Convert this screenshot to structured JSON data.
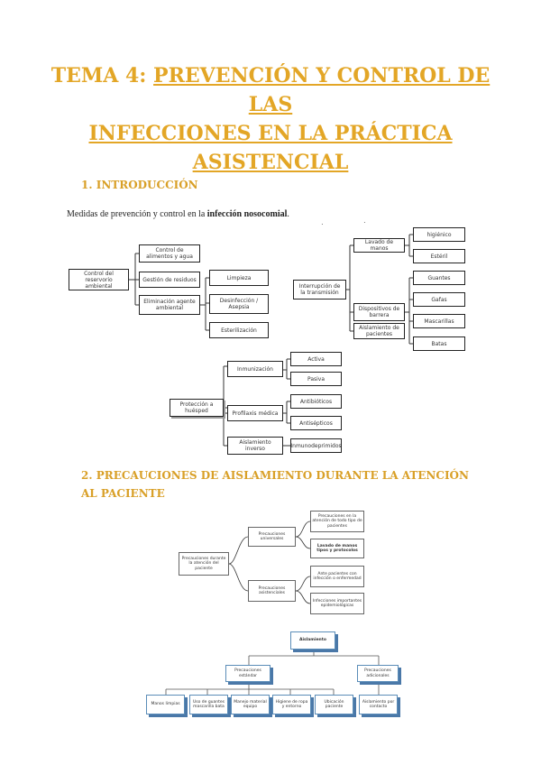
{
  "title": {
    "prefix": "TEMA 4: ",
    "line1": "PREVENCIÓN Y CONTROL DE LAS",
    "line2": "INFECCIONES EN LA PRÁCTICA",
    "line3": "ASISTENCIAL"
  },
  "section1": {
    "heading": "1.   INTRODUCCIÓN"
  },
  "intro": {
    "text": "Medidas de prevención y control en la ",
    "bold": "infección nosocomial",
    "end": "."
  },
  "d1": {
    "root": "Control del reservorio ambiental",
    "alimentos": "Control de alimentos y agua",
    "residuos": "Gestión de residuos",
    "eliminacion": "Eliminación agente ambiental",
    "limpieza": "Limpieza",
    "desinfeccion": "Desinfección / Asepsia",
    "esterilizacion": "Esterilización"
  },
  "d2": {
    "root": "Interrupción de la transmisión",
    "lavado": "Lavado de manos",
    "higienico": "higiénico",
    "esteril": "Estéril",
    "dispositivos": "Dispositivos de barrera",
    "aislamiento": "Aislamiento de pacientes",
    "guantes": "Guantes",
    "gafas": "Gafas",
    "mascarillas": "Mascarillas",
    "batas": "Batas"
  },
  "d3": {
    "root": "Protección a huésped",
    "inmunizacion": "Inmunización",
    "activa": "Activa",
    "pasiva": "Pasiva",
    "profilaxis": "Profilaxis médica",
    "antibioticos": "Antibióticos",
    "antisepticos": "Antisépticos",
    "aislamiento": "Aislamiento inverso",
    "inmunodeprimidos": "Inmunodeprimidos"
  },
  "section2": {
    "heading": "2.  PRECAUCIONES DE AISLAMIENTO DURANTE LA ATENCIÓN AL PACIENTE"
  },
  "d4": {
    "root": "Precauciones durante la atención del paciente",
    "universales": "Precauciones universales",
    "asistenciales": "Precauciones asistenciales",
    "u1": "Precauciones en la atención de todo tipo de pacientes",
    "u2": "Lavado de manos tipos y protocolos",
    "a1": "Ante pacientes con infección o enfermedad",
    "a2": "Infecciones importantes epidemiológicas"
  },
  "d5": {
    "root": "Aislamiento",
    "left": "Precauciones estándar",
    "right": "Precauciones adicionales",
    "c1": "Manos limpias",
    "c2": "Uso de guantes mascarilla bata",
    "c3": "Manejo material equipo",
    "c4": "Higiene de ropa y entorno",
    "c5": "Ubicación paciente",
    "c6": "Aislamiento por contacto"
  }
}
